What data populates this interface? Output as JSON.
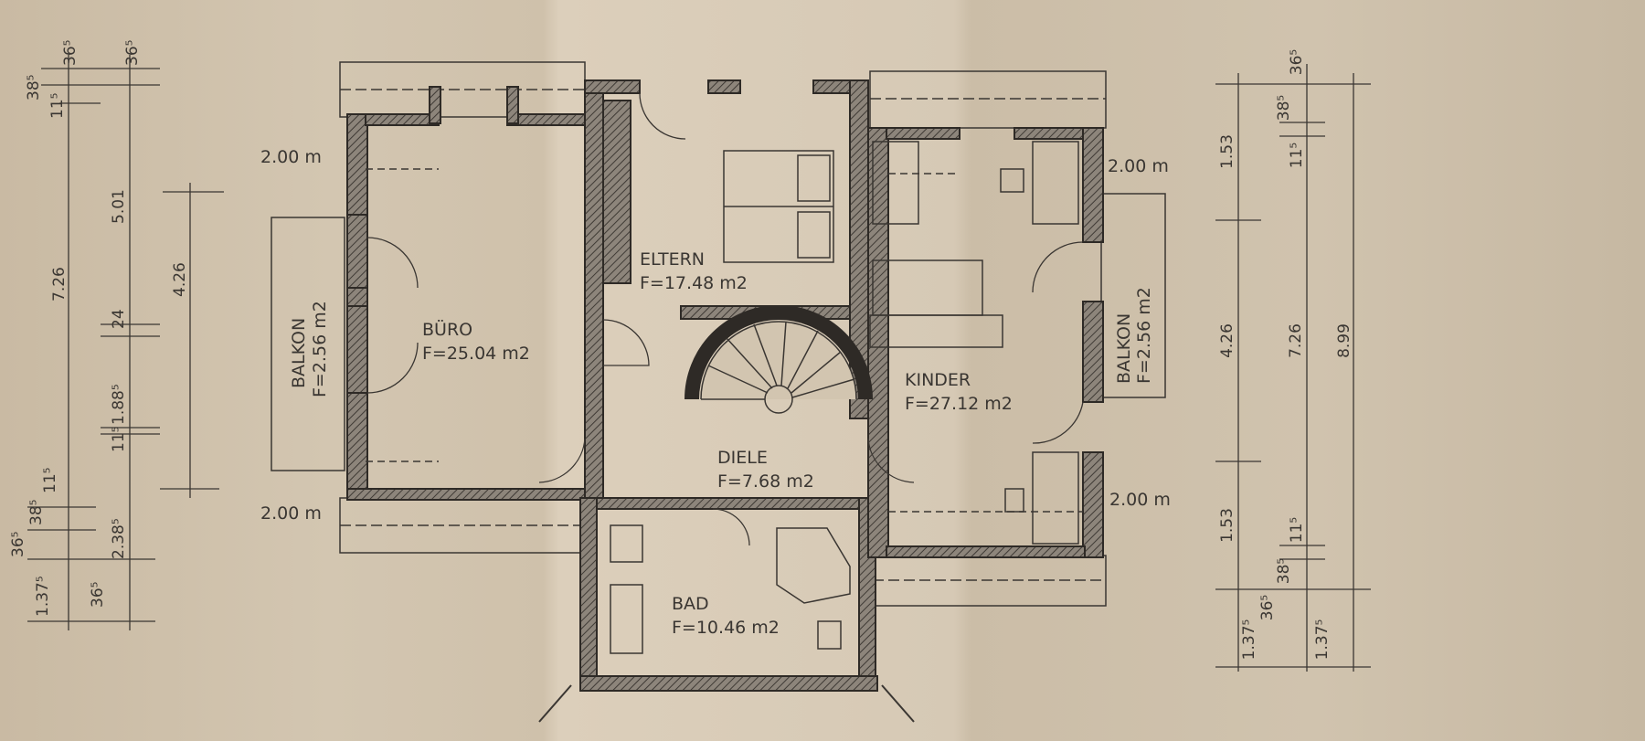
{
  "rooms": {
    "buero": {
      "name": "BÜRO",
      "area": "F=25.04 m2"
    },
    "eltern": {
      "name": "ELTERN",
      "area": "F=17.48 m2"
    },
    "kinder": {
      "name": "KINDER",
      "area": "F=27.12 m2"
    },
    "diele": {
      "name": "DIELE",
      "area": "F=7.68 m2"
    },
    "bad": {
      "name": "BAD",
      "area": "F=10.46 m2"
    }
  },
  "balconies": {
    "left": {
      "name": "BALKON",
      "area": "F=2.56 m2"
    },
    "right": {
      "name": "BALKON",
      "area": "F=2.56 m2"
    }
  },
  "height_marks": [
    "2.00 m",
    "2.00 m",
    "2.00 m",
    "2.00 m"
  ],
  "dimensions_left": [
    "36⁵",
    "36⁵",
    "38⁵",
    "11⁵",
    "7.26",
    "5.01",
    "4.26",
    "24",
    "1.88⁵",
    "11⁵",
    "11⁵",
    "38⁵",
    "36⁵",
    "2.38⁵",
    "36⁵",
    "1.37⁵"
  ],
  "dimensions_right": [
    "36⁵",
    "1.53",
    "38⁵",
    "11⁵",
    "4.26",
    "7.26",
    "8.99",
    "1.53",
    "38⁵",
    "11⁵",
    "36⁵",
    "1.37⁵",
    "1.37⁵"
  ],
  "colors": {
    "paper": "#cdbfa9",
    "ink": "#3a3632",
    "wall": "#4a4540"
  }
}
